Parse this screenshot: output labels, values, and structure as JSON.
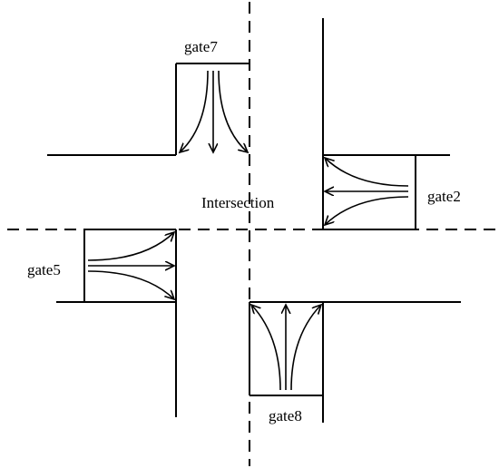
{
  "labels": {
    "gate7": "gate7",
    "gate2": "gate2",
    "gate5": "gate5",
    "gate8": "gate8",
    "center": "Intersection"
  },
  "colors": {
    "line": "#000000",
    "background": "#ffffff"
  }
}
